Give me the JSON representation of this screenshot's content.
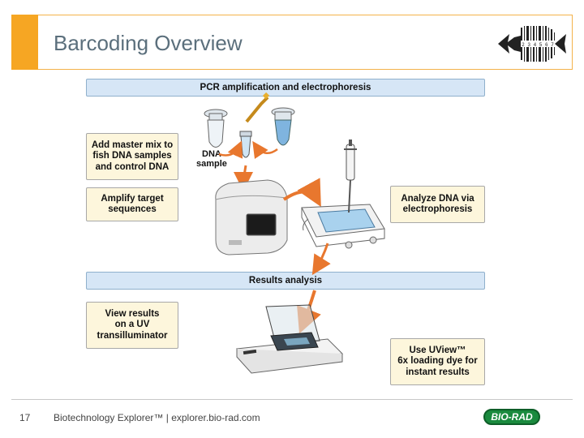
{
  "header": {
    "title": "Barcoding Overview"
  },
  "sections": {
    "pcr_bar": "PCR amplification and electrophoresis",
    "results_bar": "Results analysis"
  },
  "steps": {
    "add_master_mix": "Add master mix to\nfish DNA samples\nand control DNA",
    "amplify": "Amplify target\nsequences",
    "analyze": "Analyze DNA via\nelectrophoresis",
    "view_results": "View results\non a UV\ntransilluminator",
    "uview": "Use UView™\n6x loading dye for\ninstant results"
  },
  "labels": {
    "dna_sample": "DNA\nsample"
  },
  "logo": {
    "barcode_digits": "1 2 3 4 5 6 7 8"
  },
  "footer": {
    "page_number": "17",
    "text": "Biotechnology Explorer™ |  explorer.bio-rad.com",
    "brand": "BIO-RAD"
  },
  "colors": {
    "accent": "#f6a623",
    "bar_fill": "#d6e6f6",
    "step_fill": "#fdf6dc",
    "arrow": "#e8772e",
    "brand_green": "#1a8a3e"
  }
}
